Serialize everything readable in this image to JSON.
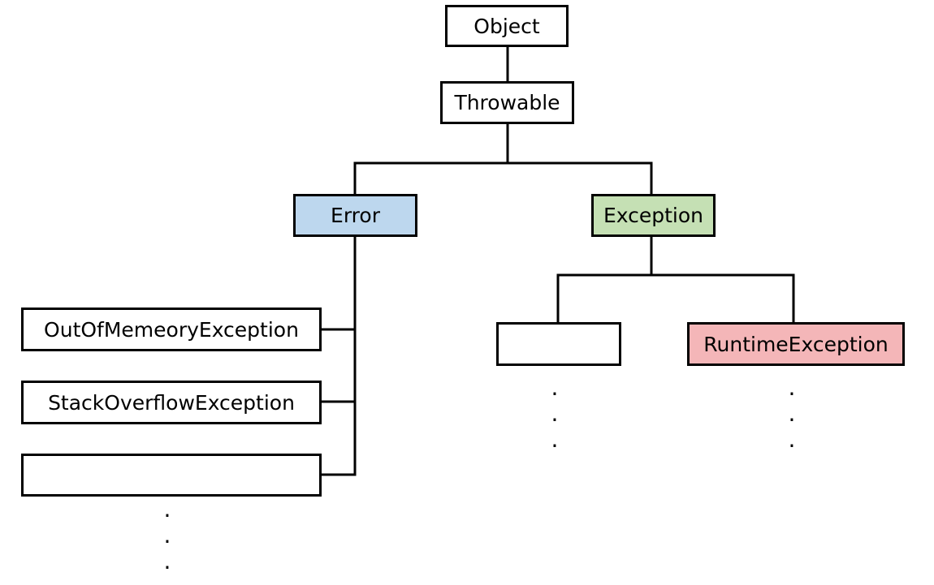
{
  "diagram": {
    "nodes": {
      "object": {
        "label": "Object"
      },
      "throwable": {
        "label": "Throwable"
      },
      "error": {
        "label": "Error",
        "fill": "#bdd7ee"
      },
      "exception": {
        "label": "Exception",
        "fill": "#c5e0b4"
      },
      "out_of_memory": {
        "label": "OutOfMemeoryException"
      },
      "stack_overflow": {
        "label": "StackOverflowException"
      },
      "error_child_blank": {
        "label": ""
      },
      "exception_child_blank": {
        "label": ""
      },
      "runtime_exception": {
        "label": "RuntimeException",
        "fill": "#f4b6b8"
      }
    },
    "ellipsis": "·",
    "edges": [
      [
        "object",
        "throwable"
      ],
      [
        "throwable",
        "error"
      ],
      [
        "throwable",
        "exception"
      ],
      [
        "error",
        "out_of_memory"
      ],
      [
        "error",
        "stack_overflow"
      ],
      [
        "error",
        "error_child_blank"
      ],
      [
        "exception",
        "exception_child_blank"
      ],
      [
        "exception",
        "runtime_exception"
      ]
    ]
  }
}
